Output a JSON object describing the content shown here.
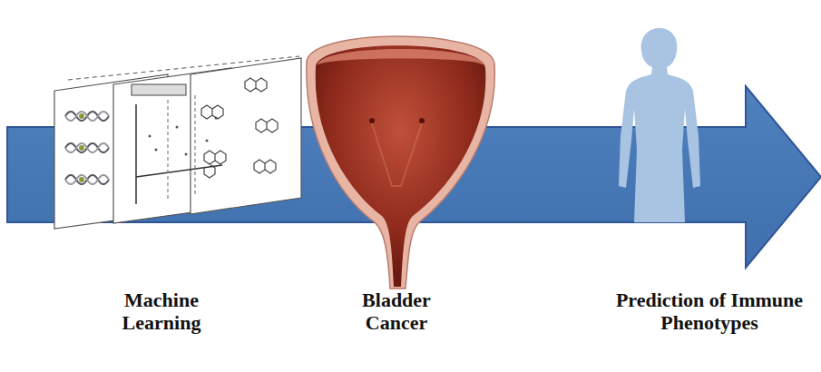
{
  "diagram": {
    "labels": [
      "Machine Learning",
      "Bladder Cancer",
      "Prediction of Immune Phenotypes"
    ]
  }
}
